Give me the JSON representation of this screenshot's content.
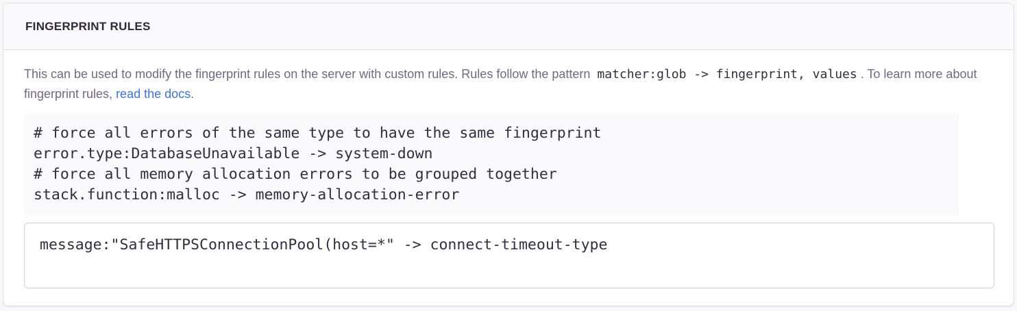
{
  "colors": {
    "page-bg": "#f8f8fa",
    "panel-bg": "#ffffff",
    "panel-border": "#e2dee6",
    "header-bg": "#faf9fb",
    "header-text": "#2f2936",
    "body-text": "#736783",
    "link-color": "#3c74db",
    "code-text": "#332d3d",
    "pre-bg": "#faf9fb",
    "input-border": "#d2ccda"
  },
  "panel": {
    "header": {
      "title": "FINGERPRINT RULES"
    },
    "body": {
      "description": {
        "text_before_code": "This can be used to modify the fingerprint rules on the server with custom rules. Rules follow the pattern ",
        "inline_code": "matcher:glob -> fingerprint, values",
        "text_after_code": ". To learn more about fingerprint rules, ",
        "link_text": "read the docs",
        "text_after_link": "."
      },
      "example_code": "# force all errors of the same type to have the same fingerprint\nerror.type:DatabaseUnavailable -> system-down\n# force all memory allocation errors to be grouped together\nstack.function:malloc -> memory-allocation-error",
      "rules_input": {
        "value": "message:\"SafeHTTPSConnectionPool(host=*\" -> connect-timeout-type"
      }
    }
  }
}
